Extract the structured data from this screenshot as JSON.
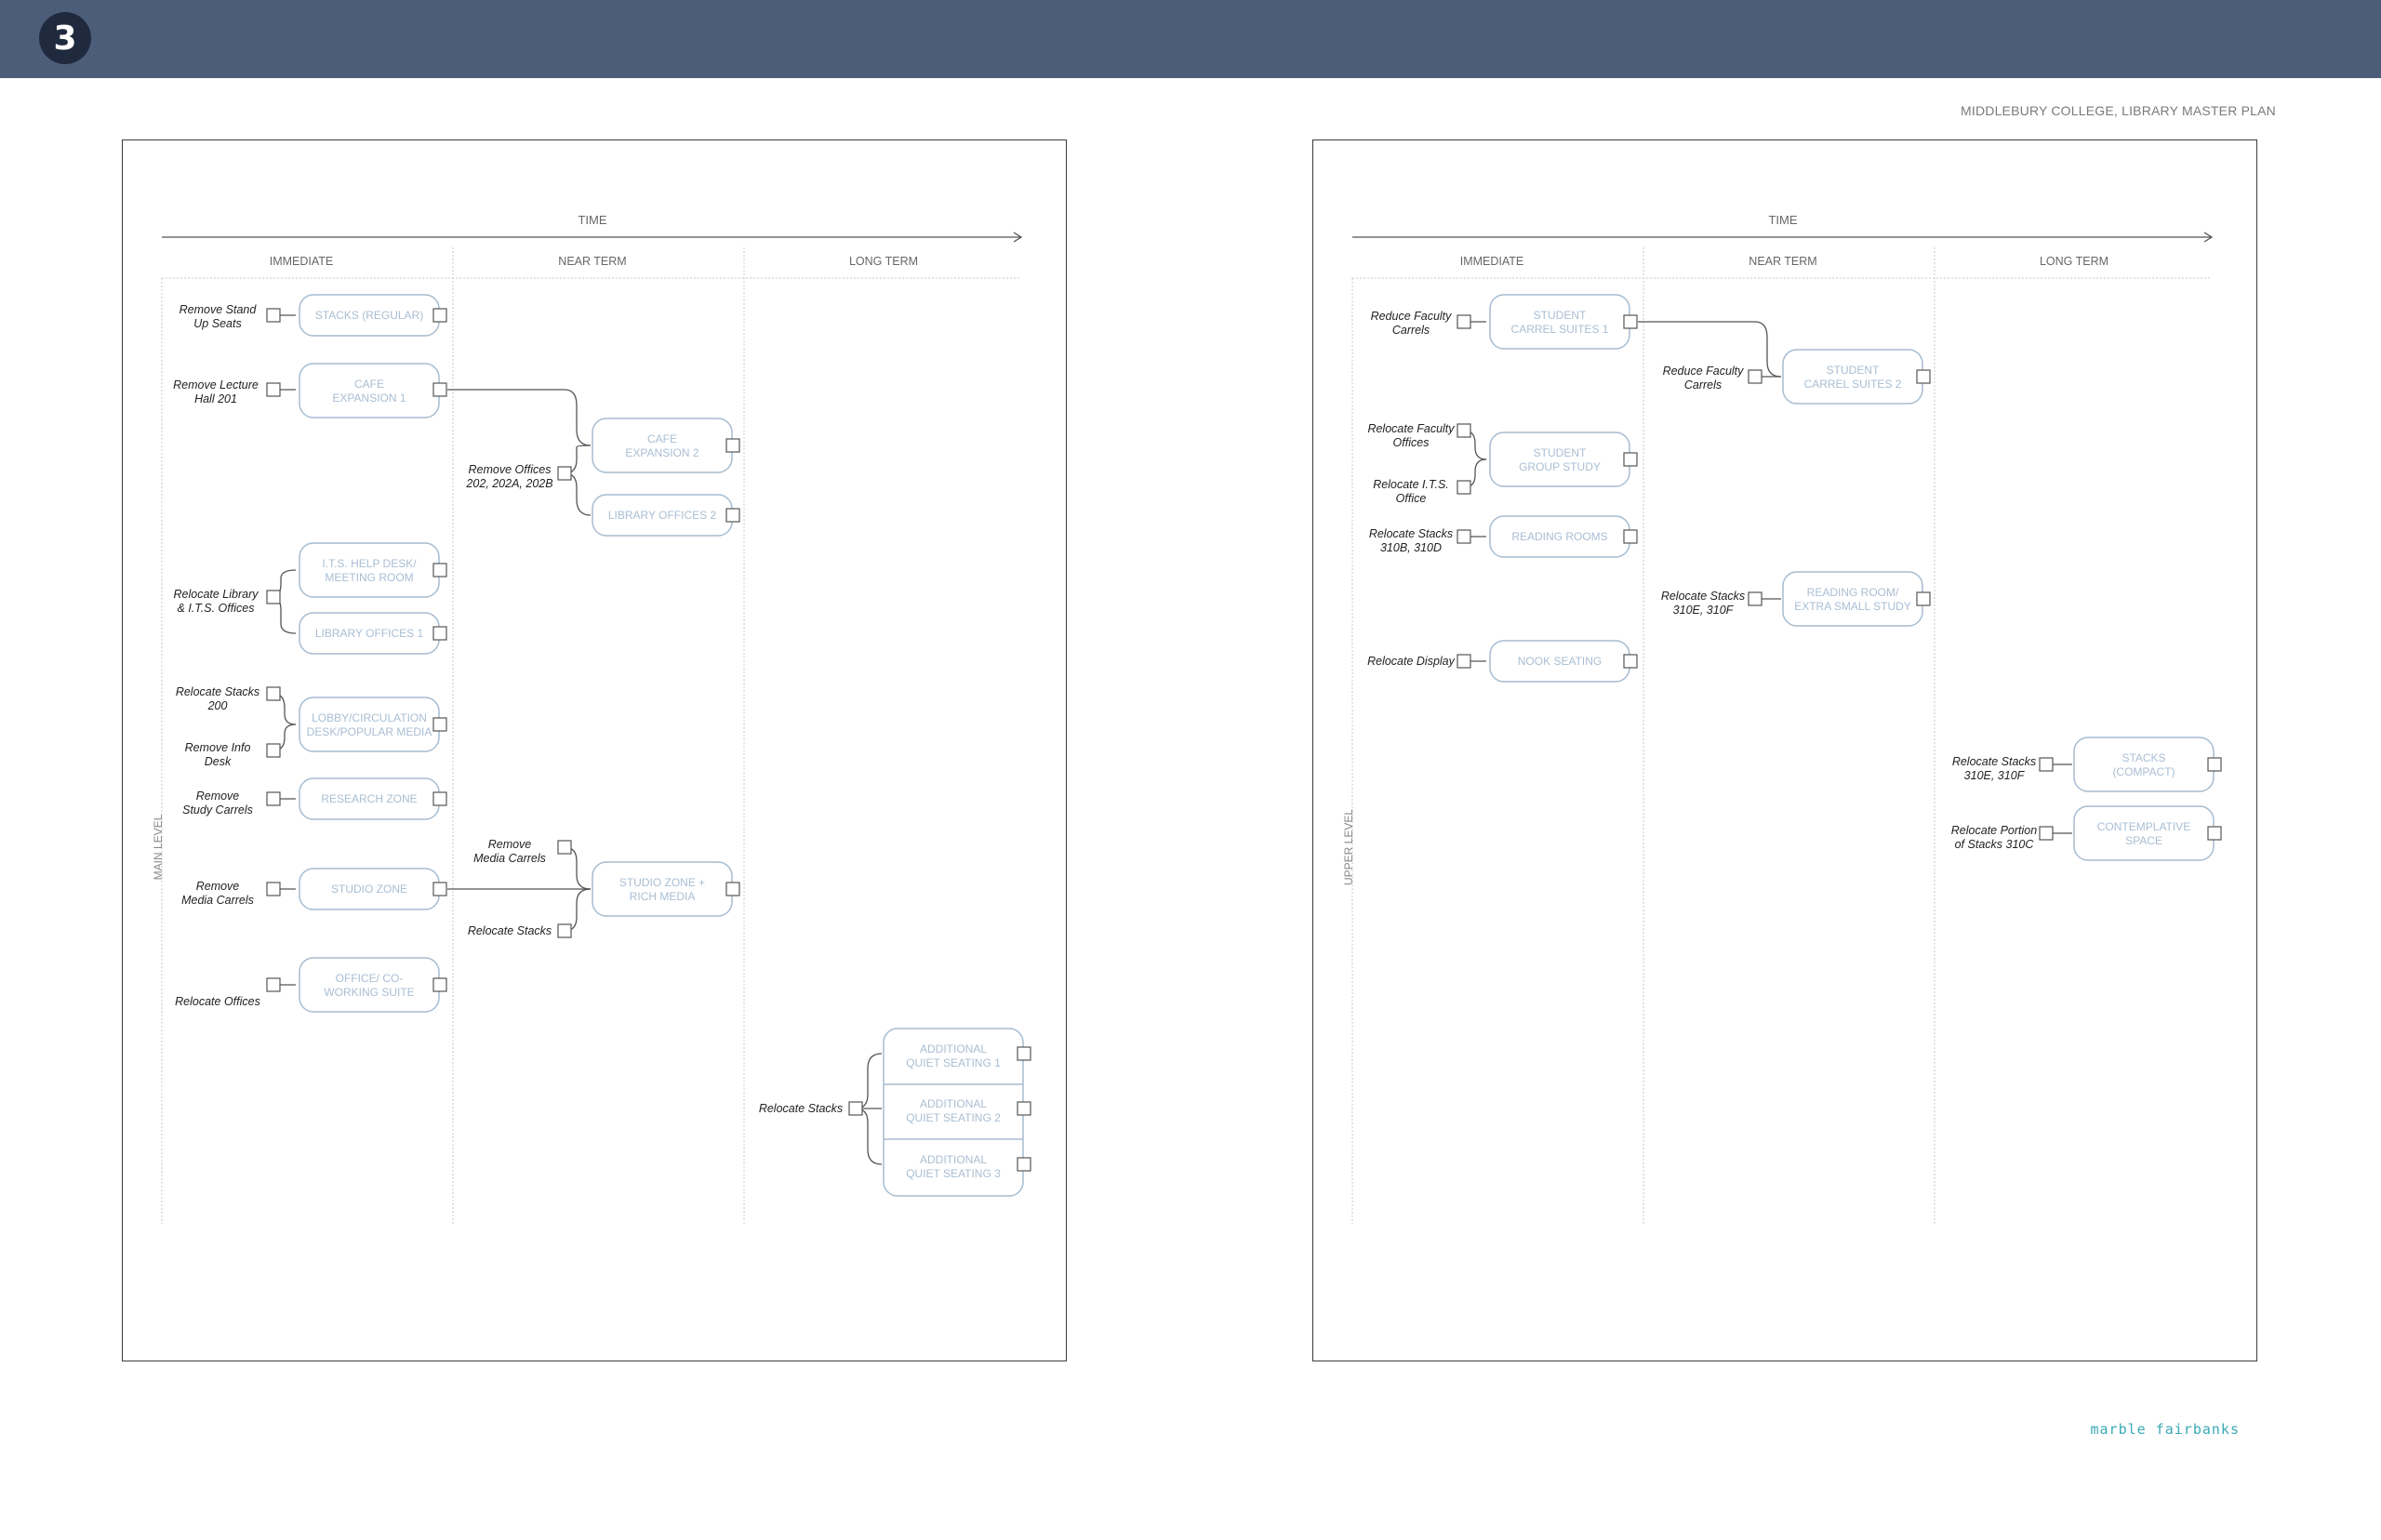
{
  "page": {
    "number": "3",
    "header": "MIDDLEBURY COLLEGE, LIBRARY MASTER PLAN",
    "footer": "marble fairbanks"
  },
  "panels": [
    {
      "level_label": "MAIN LEVEL",
      "time_label": "TIME",
      "columns": [
        "IMMEDIATE",
        "NEAR TERM",
        "LONG TERM"
      ],
      "nodes": [
        {
          "id": "stacks-regular",
          "label": "STACKS (REGULAR)",
          "col": 0,
          "row": 0
        },
        {
          "id": "cafe-exp-1",
          "label": "CAFE\nEXPANSION 1",
          "col": 0,
          "row": 1
        },
        {
          "id": "cafe-exp-2",
          "label": "CAFE\nEXPANSION 2",
          "col": 1,
          "row": 2
        },
        {
          "id": "lib-offices-2",
          "label": "LIBRARY OFFICES 2",
          "col": 1,
          "row": 3
        },
        {
          "id": "its-help",
          "label": "I.T.S. HELP DESK/\nMEETING ROOM",
          "col": 0,
          "row": 4
        },
        {
          "id": "lib-offices-1",
          "label": "LIBRARY OFFICES 1",
          "col": 0,
          "row": 5
        },
        {
          "id": "lobby",
          "label": "LOBBY/CIRCULATION\nDESK/POPULAR MEDIA",
          "col": 0,
          "row": 6
        },
        {
          "id": "research",
          "label": "RESEARCH ZONE",
          "col": 0,
          "row": 7
        },
        {
          "id": "studio",
          "label": "STUDIO ZONE",
          "col": 0,
          "row": 8
        },
        {
          "id": "studio-rich",
          "label": "STUDIO ZONE +\nRICH MEDIA",
          "col": 1,
          "row": 8
        },
        {
          "id": "office-cowork",
          "label": "OFFICE/ CO-\nWORKING SUITE",
          "col": 0,
          "row": 9
        },
        {
          "id": "quiet-1",
          "label": "ADDITIONAL\nQUIET SEATING 1",
          "col": 2,
          "row": 10
        },
        {
          "id": "quiet-2",
          "label": "ADDITIONAL\nQUIET SEATING 2",
          "col": 2,
          "row": 11
        },
        {
          "id": "quiet-3",
          "label": "ADDITIONAL\nQUIET SEATING 3",
          "col": 2,
          "row": 12
        }
      ],
      "actions": [
        {
          "text": "Remove Stand\nUp Seats",
          "targets": [
            "stacks-regular"
          ]
        },
        {
          "text": "Remove Lecture\nHall 201",
          "targets": [
            "cafe-exp-1"
          ]
        },
        {
          "text": "Remove Offices\n202, 202A, 202B",
          "targets": [
            "cafe-exp-2",
            "lib-offices-2"
          ]
        },
        {
          "text": "Relocate Library\n& I.T.S. Offices",
          "targets": [
            "its-help",
            "lib-offices-1"
          ]
        },
        {
          "text": "Relocate Stacks\n200",
          "targets": [
            "lobby"
          ]
        },
        {
          "text": "Remove Info\nDesk",
          "targets": [
            "lobby"
          ]
        },
        {
          "text": "Remove\nStudy Carrels",
          "targets": [
            "research"
          ]
        },
        {
          "text": "Remove\nMedia Carrels",
          "targets": [
            "studio"
          ]
        },
        {
          "text": "Remove\nMedia Carrels",
          "targets": [
            "studio-rich"
          ]
        },
        {
          "text": "Relocate Stacks",
          "targets": [
            "studio-rich"
          ]
        },
        {
          "text": "Relocate Offices",
          "targets": [
            "office-cowork"
          ]
        },
        {
          "text": "Relocate Stacks",
          "targets": [
            "quiet-1",
            "quiet-2",
            "quiet-3"
          ]
        }
      ],
      "links": [
        {
          "from": "cafe-exp-1",
          "to": "cafe-exp-2"
        },
        {
          "from": "studio",
          "to": "studio-rich"
        }
      ]
    },
    {
      "level_label": "UPPER LEVEL",
      "time_label": "TIME",
      "columns": [
        "IMMEDIATE",
        "NEAR TERM",
        "LONG TERM"
      ],
      "nodes": [
        {
          "id": "carrel-1",
          "label": "STUDENT\nCARREL SUITES 1",
          "col": 0,
          "row": 0
        },
        {
          "id": "carrel-2",
          "label": "STUDENT\nCARREL SUITES 2",
          "col": 1,
          "row": 1
        },
        {
          "id": "group-study",
          "label": "STUDENT\nGROUP STUDY",
          "col": 0,
          "row": 2
        },
        {
          "id": "reading-rooms",
          "label": "READING ROOMS",
          "col": 0,
          "row": 3
        },
        {
          "id": "reading-extra",
          "label": "READING ROOM/\nEXTRA SMALL STUDY",
          "col": 1,
          "row": 4
        },
        {
          "id": "nook",
          "label": "NOOK SEATING",
          "col": 0,
          "row": 5
        },
        {
          "id": "stacks-compact",
          "label": "STACKS\n(COMPACT)",
          "col": 2,
          "row": 6
        },
        {
          "id": "contemplative",
          "label": "CONTEMPLATIVE\nSPACE",
          "col": 2,
          "row": 7
        }
      ],
      "actions": [
        {
          "text": "Reduce Faculty\nCarrels",
          "targets": [
            "carrel-1"
          ]
        },
        {
          "text": "Reduce Faculty\nCarrels",
          "targets": [
            "carrel-2"
          ]
        },
        {
          "text": "Relocate Faculty\nOffices",
          "targets": [
            "group-study"
          ]
        },
        {
          "text": "Relocate I.T.S.\nOffice",
          "targets": [
            "group-study"
          ]
        },
        {
          "text": "Relocate Stacks\n310B, 310D",
          "targets": [
            "reading-rooms"
          ]
        },
        {
          "text": "Relocate Stacks\n310E, 310F",
          "targets": [
            "reading-extra"
          ]
        },
        {
          "text": "Relocate Display",
          "targets": [
            "nook"
          ]
        },
        {
          "text": "Relocate Stacks\n310E, 310F",
          "targets": [
            "stacks-compact"
          ]
        },
        {
          "text": "Relocate Portion\nof Stacks 310C",
          "targets": [
            "contemplative"
          ]
        }
      ],
      "links": [
        {
          "from": "carrel-1",
          "to": "carrel-2"
        }
      ]
    }
  ]
}
